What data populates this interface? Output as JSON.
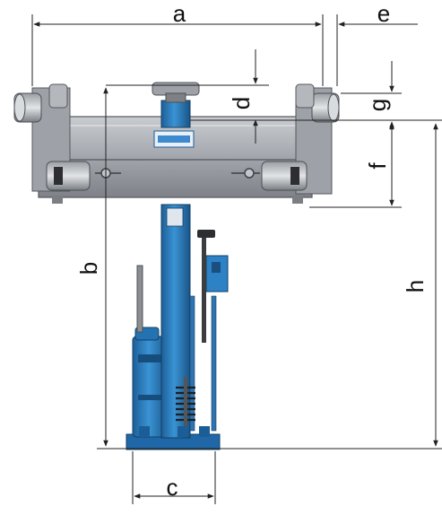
{
  "dimensions": {
    "a": "a",
    "b": "b",
    "c": "c",
    "d": "d",
    "e": "e",
    "f": "f",
    "g": "g",
    "h": "h"
  },
  "colors": {
    "jack_blue": "#2a7fc1",
    "jack_blue_dark": "#1c5e95",
    "beam_grey": "#a9adb3",
    "beam_dark": "#6d7176",
    "dimension_line": "#222222"
  }
}
